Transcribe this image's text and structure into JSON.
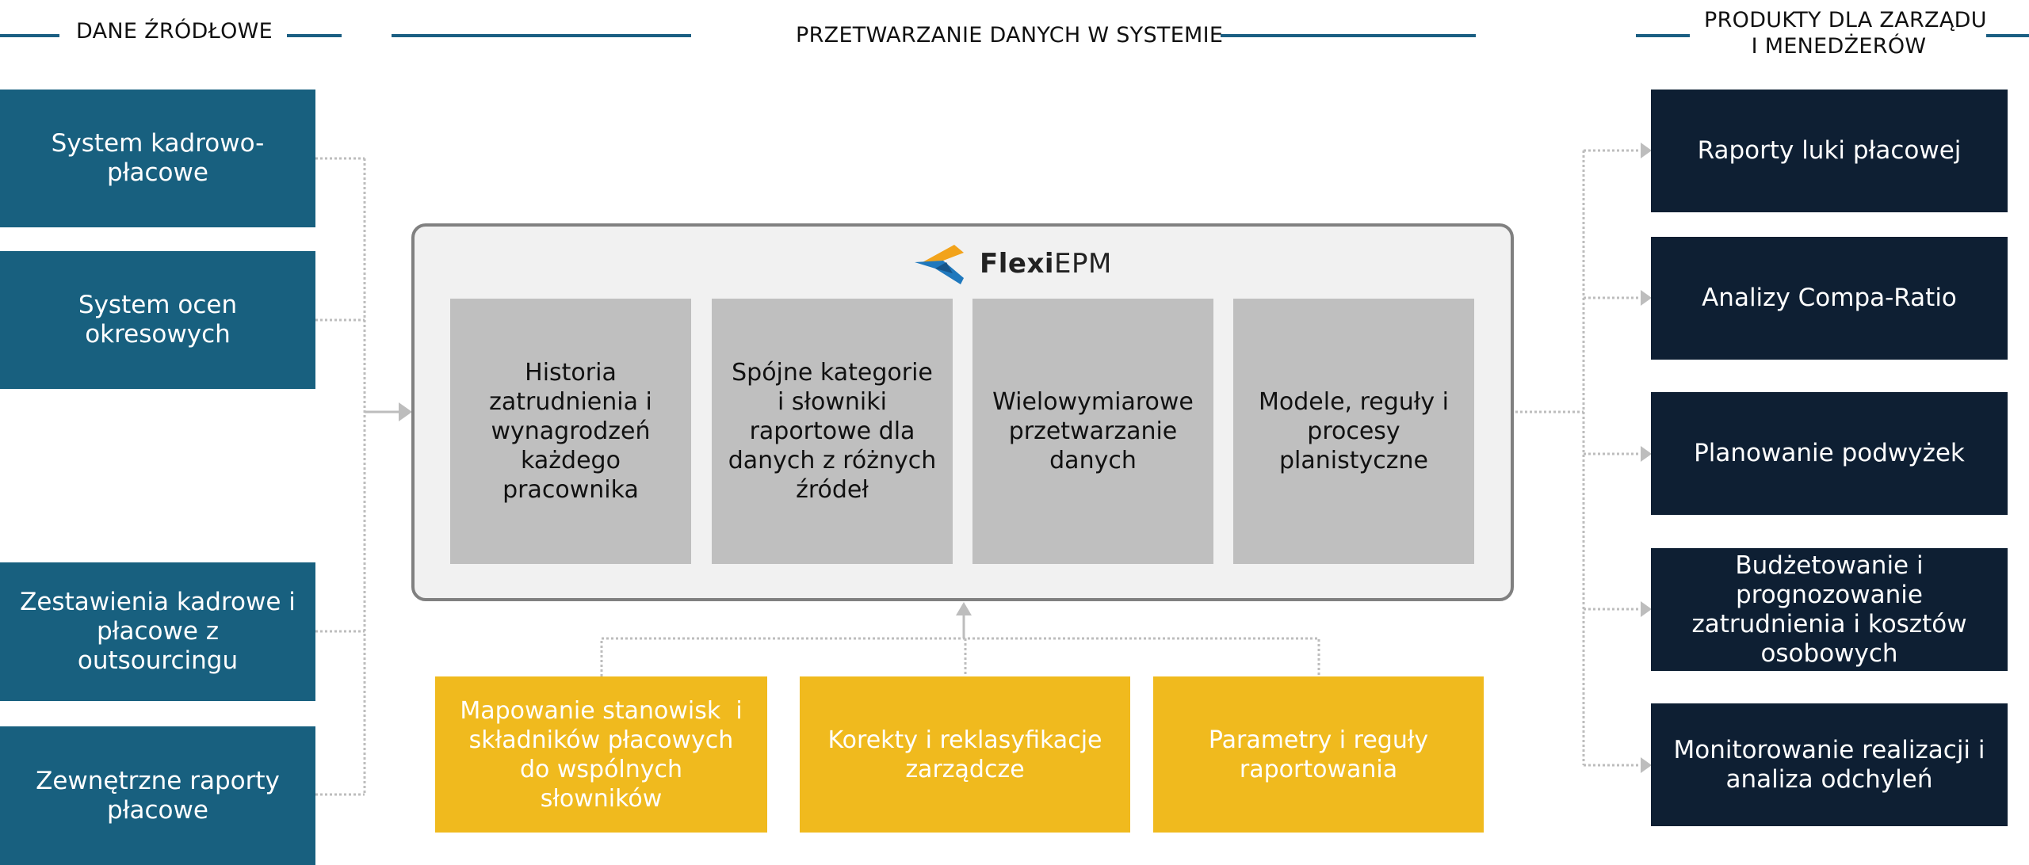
{
  "headers": {
    "sources": "DANE ŹRÓDŁOWE",
    "processing": "PRZETWARZANIE DANYCH W SYSTEMIE",
    "products_line1": "PRODUKTY DLA ZARZĄDU",
    "products_line2": "I MENEDŻERÓW"
  },
  "sources": [
    {
      "lines": [
        "System kadrowo-",
        "płacowe"
      ]
    },
    {
      "lines": [
        "System ocen",
        "okresowych"
      ]
    },
    {
      "lines": [
        "Zestawienia kadrowe i",
        "płacowe z",
        "outsourcingu"
      ]
    },
    {
      "lines": [
        "Zewnętrzne raporty",
        "płacowe"
      ]
    }
  ],
  "system": {
    "logo_icon": "flexiepm-logo-icon",
    "logo_bold": "Flexi",
    "logo_regular": "EPM",
    "modules": [
      {
        "lines": [
          "Historia",
          "zatrudnienia i",
          "wynagrodzeń",
          "każdego",
          "pracownika"
        ]
      },
      {
        "lines": [
          "Spójne kategorie",
          "i słowniki",
          "raportowe dla",
          "danych z różnych",
          "źródeł"
        ]
      },
      {
        "lines": [
          "Wielowymiarowe",
          "przetwarzanie",
          "danych"
        ]
      },
      {
        "lines": [
          "Modele, reguły i",
          "procesy",
          "planistyczne"
        ]
      }
    ]
  },
  "inputs": [
    {
      "lines": [
        "Mapowanie stanowisk  i",
        "składników płacowych",
        "do wspólnych",
        "słowników"
      ]
    },
    {
      "lines": [
        "Korekty i reklasyfikacje",
        "zarządcze"
      ]
    },
    {
      "lines": [
        "Parametry i reguły",
        "raportowania"
      ]
    }
  ],
  "products": [
    {
      "lines": [
        "Raporty luki płacowej"
      ]
    },
    {
      "lines": [
        "Analizy Compa-Ratio"
      ]
    },
    {
      "lines": [
        "Planowanie podwyżek"
      ]
    },
    {
      "lines": [
        "Budżetowanie i",
        "prognozowanie",
        "zatrudnienia i kosztów",
        "osobowych"
      ]
    },
    {
      "lines": [
        "Monitorowanie realizacji i",
        "analiza odchyleń"
      ]
    }
  ],
  "colors": {
    "source_box": "#18607F",
    "product_box": "#0E1F33",
    "module_box": "#BFBFBF",
    "input_box": "#F0BA1E",
    "header_line": "#1B5F83",
    "logo_orange": "#F2A31B",
    "logo_blue": "#1F78BD"
  }
}
